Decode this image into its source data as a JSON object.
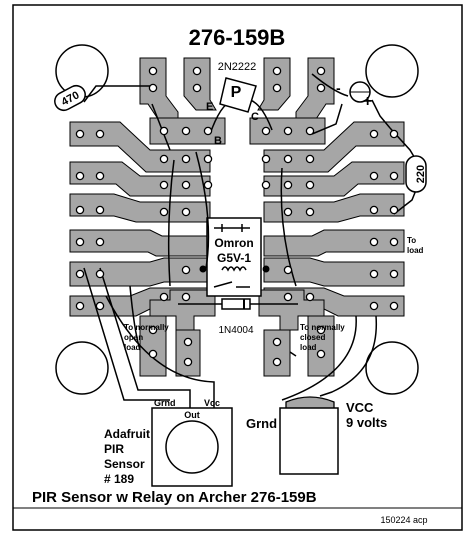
{
  "title": "276-159B",
  "footer_title": "PIR Sensor w Relay on Archer 276-159B",
  "footer_code": "150224 acp",
  "transistor": {
    "part": "2N2222",
    "pin_e": "E",
    "pin_b": "B",
    "pin_c": "C",
    "symbol": "P"
  },
  "resistors": {
    "r1": "470",
    "r2": "220"
  },
  "relay": {
    "line1": "Omron",
    "line2": "G5V-1"
  },
  "diode": "1N4004",
  "led": {
    "minus": "-",
    "plus": "+"
  },
  "labels": {
    "to_load": [
      "To",
      "load"
    ],
    "normally_open": [
      "To normally",
      "open",
      "load"
    ],
    "normally_closed": [
      "To normally",
      "closed",
      "load"
    ]
  },
  "pir": {
    "grnd": "Grnd",
    "vcc": "Vcc",
    "out": "Out",
    "name": [
      "Adafruit",
      "PIR",
      "Sensor",
      "# 189"
    ]
  },
  "battery": {
    "grnd": "Grnd",
    "vcc": [
      "VCC",
      "9 volts"
    ]
  },
  "colors": {
    "copper": "#a6a6a6",
    "board": "#ffffff",
    "ink": "#000000"
  }
}
